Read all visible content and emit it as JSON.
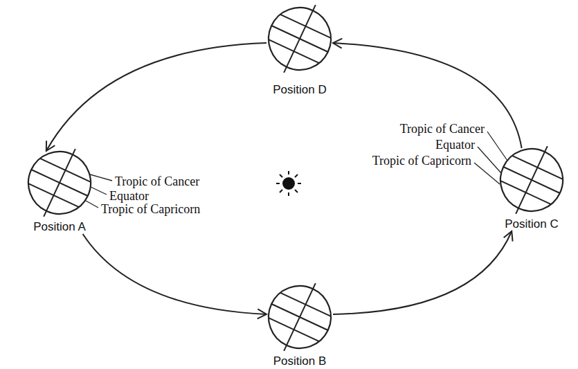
{
  "diagram": {
    "nodes": [
      {
        "text": [
          "Position D"
        ]
      },
      {
        "text": [
          "Position A"
        ]
      },
      {
        "text": [
          "Position C"
        ]
      },
      {
        "text": [
          "Position B"
        ]
      }
    ],
    "edges": [
      {
        "from": 0,
        "to": 1,
        "arrow": "to"
      },
      {
        "from": 1,
        "to": 3,
        "arrow": "to"
      },
      {
        "from": 3,
        "to": 2,
        "arrow": "to"
      },
      {
        "from": 2,
        "to": 0,
        "arrow": "to"
      }
    ],
    "labels": [
      "Tropic of Cancer",
      "Equator",
      "Tropic of Capricorn",
      "Tropic of Cancer",
      "Equator",
      "Tropic of Capricorn"
    ]
  }
}
